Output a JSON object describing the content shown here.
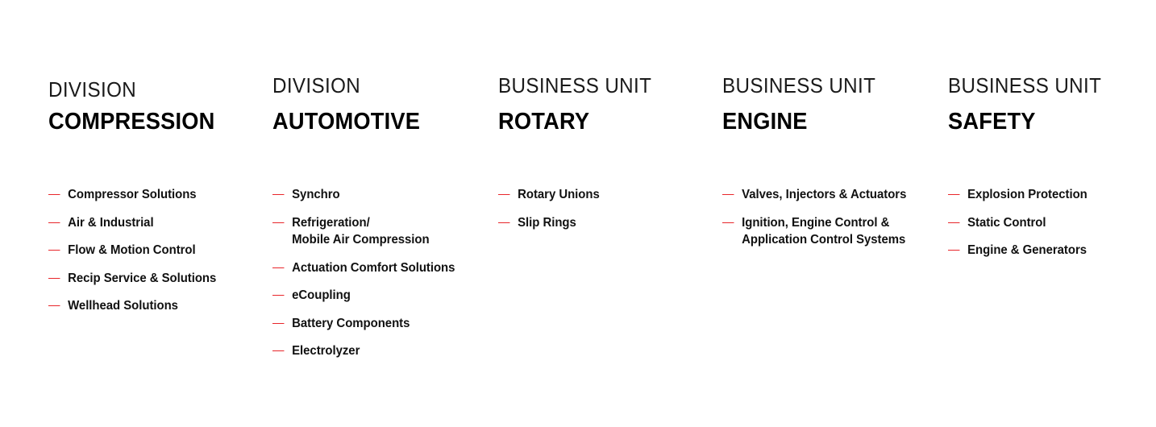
{
  "theme": {
    "background": "#ffffff",
    "text_color": "#111111",
    "eyebrow_color": "#1a1a1a",
    "accent_dash": "#E8262B"
  },
  "columns": [
    {
      "eyebrow": "DIVISION",
      "name": "COMPRESSION",
      "items": [
        {
          "lines": [
            "Compressor Solutions"
          ]
        },
        {
          "lines": [
            "Air & Industrial"
          ]
        },
        {
          "lines": [
            "Flow & Motion Control"
          ]
        },
        {
          "lines": [
            "Recip Service & Solutions"
          ]
        },
        {
          "lines": [
            "Wellhead Solutions"
          ]
        }
      ]
    },
    {
      "eyebrow": "DIVISION",
      "name": "AUTOMOTIVE",
      "items": [
        {
          "lines": [
            "Synchro"
          ]
        },
        {
          "lines": [
            "Refrigeration/",
            "Mobile Air Compression"
          ]
        },
        {
          "lines": [
            "Actuation Comfort Solutions"
          ]
        },
        {
          "lines": [
            "eCoupling"
          ]
        },
        {
          "lines": [
            "Battery Components"
          ]
        },
        {
          "lines": [
            "Electrolyzer"
          ]
        }
      ]
    },
    {
      "eyebrow": "BUSINESS UNIT",
      "name": "ROTARY",
      "items": [
        {
          "lines": [
            "Rotary Unions"
          ]
        },
        {
          "lines": [
            "Slip Rings"
          ]
        }
      ]
    },
    {
      "eyebrow": "BUSINESS UNIT",
      "name": "ENGINE",
      "items": [
        {
          "lines": [
            "Valves, Injectors & Actuators"
          ]
        },
        {
          "lines": [
            "Ignition, Engine Control &",
            "Application Control Systems"
          ]
        }
      ]
    },
    {
      "eyebrow": "BUSINESS UNIT",
      "name": "SAFETY",
      "items": [
        {
          "lines": [
            "Explosion Protection"
          ]
        },
        {
          "lines": [
            "Static Control"
          ]
        },
        {
          "lines": [
            "Engine & Generators"
          ]
        }
      ]
    }
  ]
}
